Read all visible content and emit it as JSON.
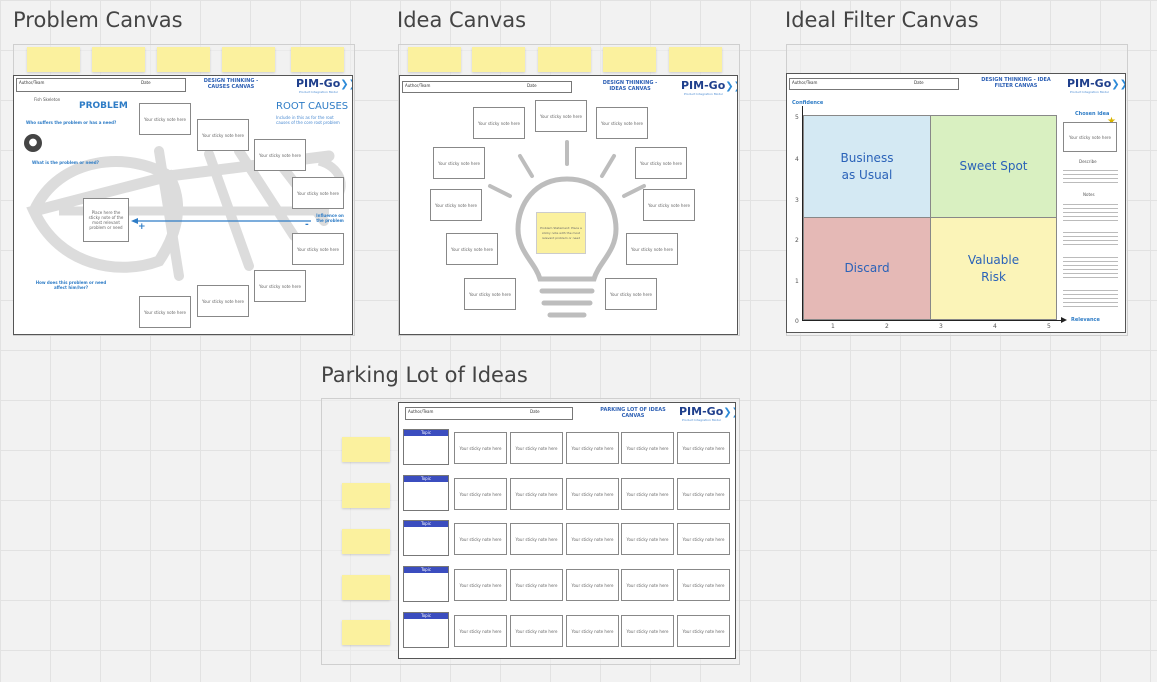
{
  "frames": {
    "problem": {
      "title": "Problem Canvas"
    },
    "idea": {
      "title": "Idea Canvas"
    },
    "filter": {
      "title": "Ideal Filter Canvas"
    },
    "parking": {
      "title": "Parking Lot of Ideas"
    }
  },
  "common": {
    "author_label": "Author/Team",
    "date_label": "Date",
    "logo": "PIM-Go",
    "logo_chevrons": "❯❯",
    "logo_sub": "Product Integration Modul",
    "sticky_text": "Your sticky note here"
  },
  "problem": {
    "header_title": "DESIGN THINKING - CAUSES CANVAS",
    "heading_problem": "PROBLEM",
    "heading_root": "ROOT CAUSES",
    "root_sub": "Include in this as for the root causes of the core root problem",
    "q_who": "Who suffers the problem or has a need?",
    "q_what": "What is the problem or need?",
    "q_how": "How does this problem or need affect him/her?",
    "influence": "Influence on the problem",
    "plus": "+",
    "minus": "-",
    "center_note": "Place here the sticky note of the most relevant problem or need",
    "fishbone_label": "Fish Skeleton"
  },
  "idea": {
    "header_title": "DESIGN THINKING - IDEAS CANVAS",
    "bulb_note": "Problem Statement: Place a sticky note with the most relevant problem or need"
  },
  "filter": {
    "header_title": "DESIGN THINKING - IDEA FILTER CANVAS",
    "confidence": "Confidence",
    "relevance": "Relevance",
    "chosen": "Chosen idea",
    "y_ticks": [
      "5",
      "4",
      "3",
      "2",
      "1",
      "0"
    ],
    "x_ticks": [
      "1",
      "2",
      "3",
      "4",
      "5"
    ],
    "q_business": "Business as Usual",
    "q_sweet": "Sweet Spot",
    "q_discard": "Discard",
    "q_valuable": "Valuable Risk",
    "side_desc": "Describe",
    "side_notes": "Notes"
  },
  "parking": {
    "header_title": "PARKING LOT OF IDEAS CANVAS",
    "topic_label": "Topic"
  }
}
